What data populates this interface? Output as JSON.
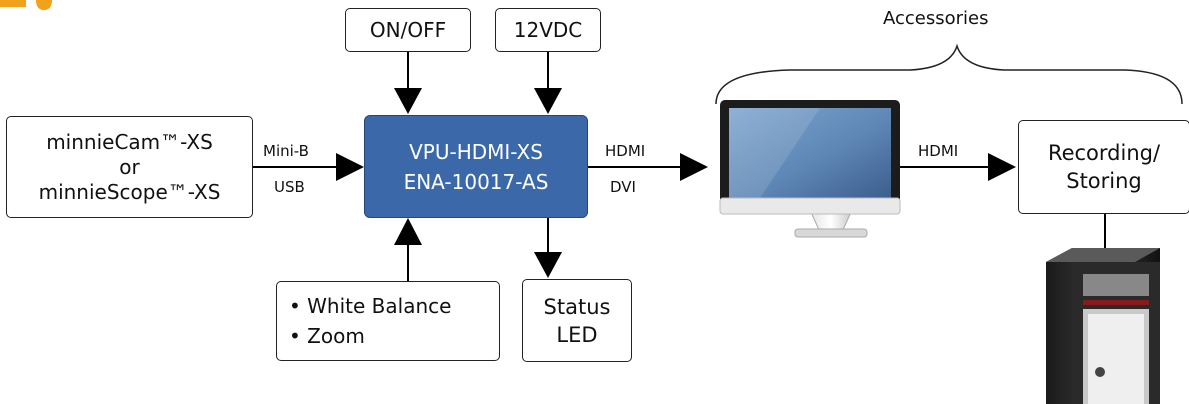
{
  "nodes": {
    "camera": {
      "line1": "minnieCam™-XS",
      "line2": "or",
      "line3": "minnieScope™-XS"
    },
    "onoff": {
      "label": "ON/OFF"
    },
    "power": {
      "label": "12VDC"
    },
    "vpu": {
      "line1": "VPU-HDMI-XS",
      "line2": "ENA-10017-AS"
    },
    "controls": {
      "items": [
        "White Balance",
        "Zoom"
      ]
    },
    "status": {
      "line1": "Status",
      "line2": "LED"
    },
    "recording": {
      "line1": "Recording/",
      "line2": "Storing"
    }
  },
  "edges": {
    "camera_to_vpu": {
      "top": "Mini-B",
      "bottom": "USB"
    },
    "vpu_to_monitor": {
      "top": "HDMI",
      "bottom": "DVI"
    },
    "monitor_to_recording": {
      "top": "HDMI"
    }
  },
  "accessories": {
    "title": "Accessories"
  },
  "colors": {
    "vpu_fill": "#3a68a8",
    "logo_accent": "#f0a21d"
  }
}
